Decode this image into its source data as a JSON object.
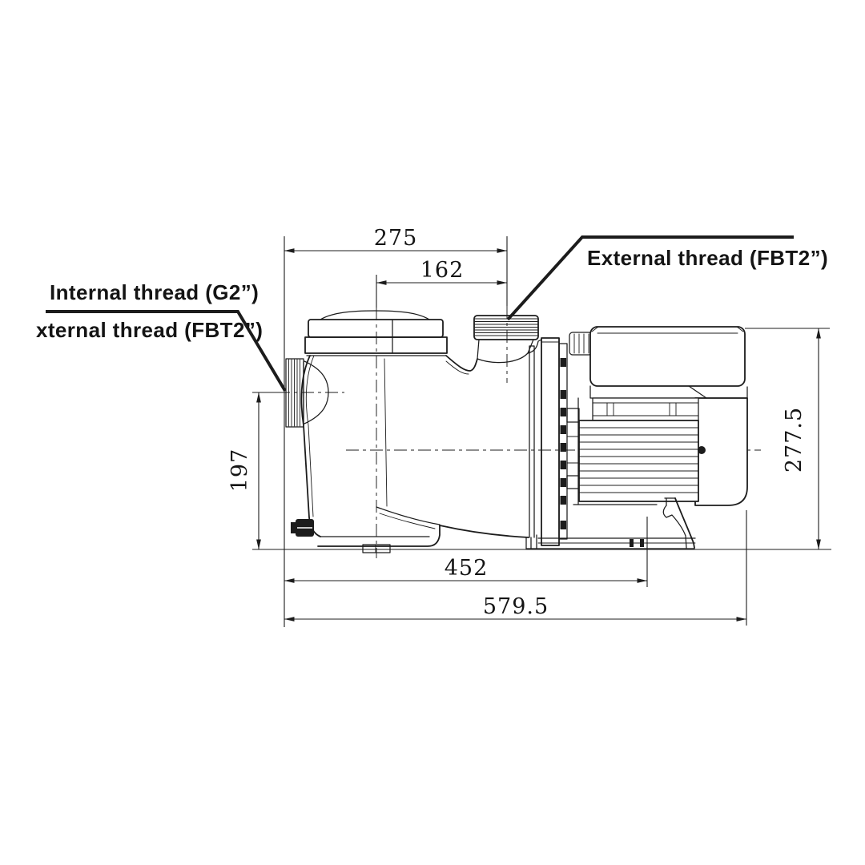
{
  "drawing": {
    "title": "Pool pump side-view dimension drawing",
    "dimensions": {
      "top_overall": "275",
      "top_inlet_to_outlet": "162",
      "inlet_center_height": "197",
      "overall_height": "277.5",
      "foot_span": "452",
      "overall_length": "579.5"
    },
    "labels": {
      "external_thread": "External thread (FBT2”)",
      "internal_thread_line1": "Internal thread (G2”)",
      "internal_thread_line2": "xternal thread (FBT2”)"
    },
    "colors": {
      "line": "#1c1c1c",
      "background": "#ffffff"
    }
  }
}
